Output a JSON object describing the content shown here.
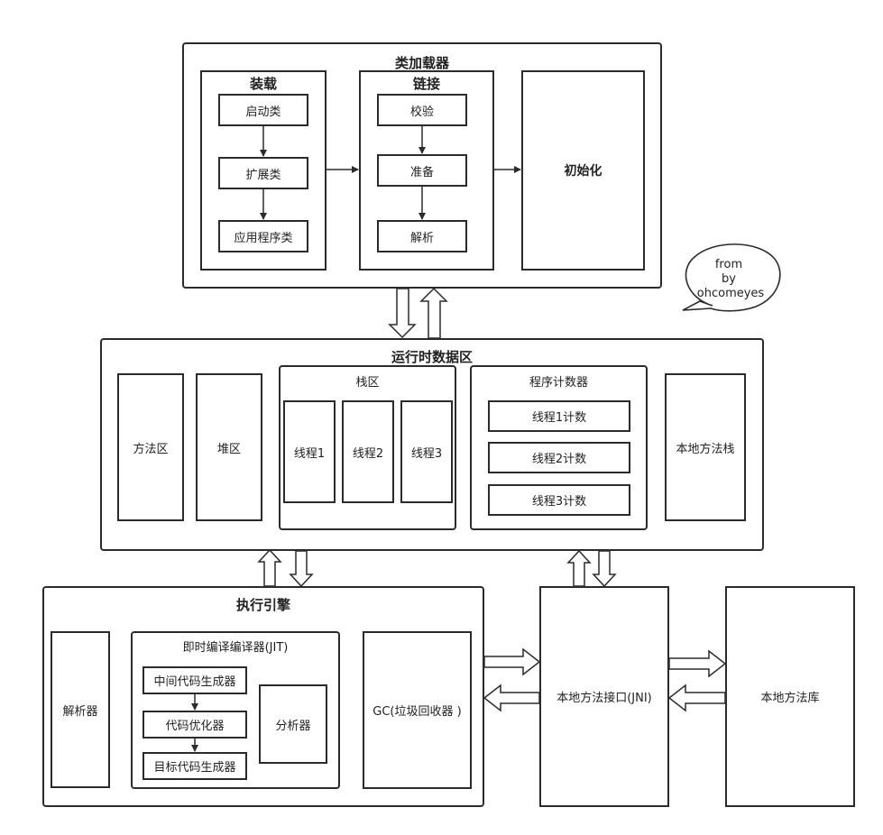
{
  "class_loader": {
    "title": "类加载器",
    "loading": {
      "title": "装载",
      "items": [
        "启动类",
        "扩展类",
        "应用程序类"
      ]
    },
    "linking": {
      "title": "链接",
      "items": [
        "校验",
        "准备",
        "解析"
      ]
    },
    "init": "初始化"
  },
  "note": {
    "lines": [
      "from",
      "by",
      "ohcomeyes"
    ]
  },
  "runtime": {
    "title": "运行时数据区",
    "method_area": "方法区",
    "heap": "堆区",
    "stack": {
      "title": "栈区",
      "threads": [
        "线程1",
        "线程2",
        "线程3"
      ]
    },
    "pc": {
      "title": "程序计数器",
      "items": [
        "线程1计数",
        "线程2计数",
        "线程3计数"
      ]
    },
    "native_stack": "本地方法栈"
  },
  "engine": {
    "title": "执行引擎",
    "interpreter": "解析器",
    "jit": {
      "title": "即时编译编译器(JIT)",
      "items": [
        "中间代码生成器",
        "代码优化器",
        "目标代码生成器"
      ],
      "profiler": "分析器"
    },
    "gc": "GC(垃圾回收器 )"
  },
  "jni": "本地方法接口(JNI)",
  "native_lib": "本地方法库"
}
